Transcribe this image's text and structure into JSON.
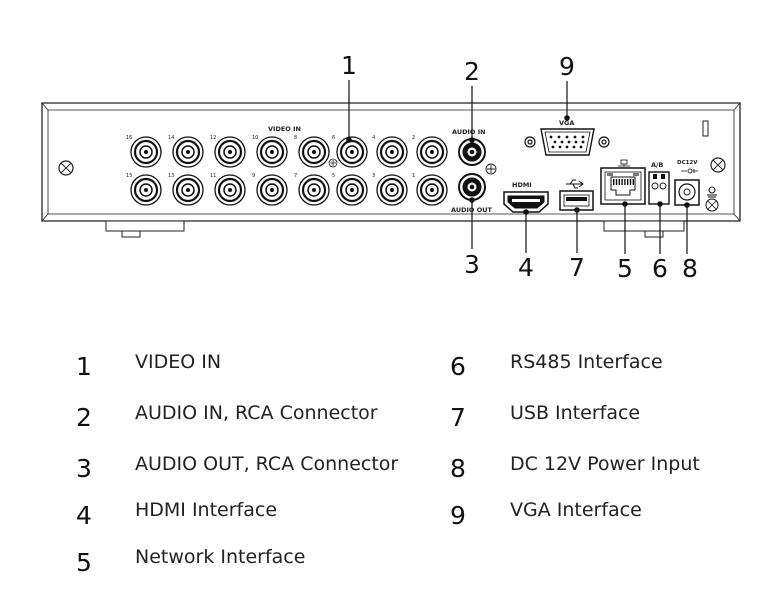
{
  "panel_labels": {
    "video_in": "VIDEO IN",
    "audio_in": "AUDIO IN",
    "audio_out": "AUDIO OUT",
    "vga": "VGA",
    "hdmi": "HDMI",
    "ab": "A/B",
    "dc12v": "DC12V"
  },
  "video_top_numbers": [
    "16",
    "14",
    "12",
    "10",
    "8",
    "6",
    "4",
    "2"
  ],
  "video_bottom_numbers": [
    "15",
    "13",
    "11",
    "9",
    "7",
    "5",
    "3",
    "1"
  ],
  "callouts": [
    "1",
    "2",
    "9",
    "3",
    "4",
    "7",
    "5",
    "6",
    "8"
  ],
  "legend": [
    {
      "num": "1",
      "text": "VIDEO IN"
    },
    {
      "num": "2",
      "text": "AUDIO IN, RCA Connector"
    },
    {
      "num": "3",
      "text": "AUDIO OUT, RCA Connector"
    },
    {
      "num": "4",
      "text": "HDMI Interface"
    },
    {
      "num": "5",
      "text": "Network Interface"
    },
    {
      "num": "6",
      "text": "RS485 Interface"
    },
    {
      "num": "7",
      "text": "USB Interface"
    },
    {
      "num": "8",
      "text": "DC 12V Power Input"
    },
    {
      "num": "9",
      "text": "VGA Interface"
    }
  ]
}
